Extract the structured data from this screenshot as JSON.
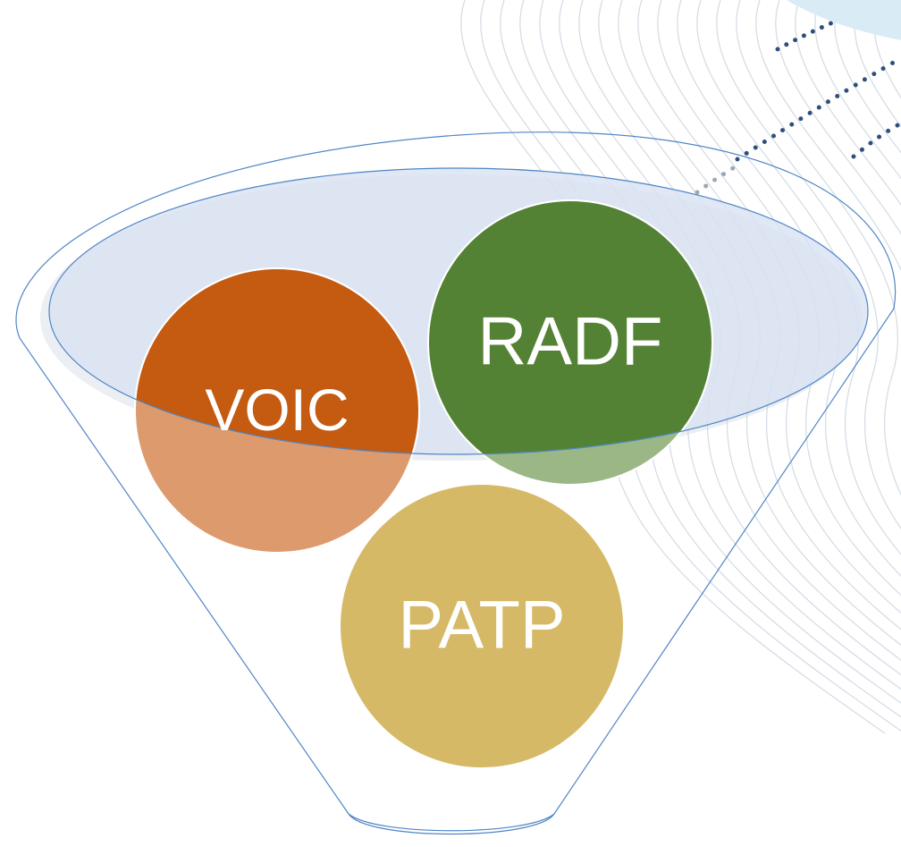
{
  "funnel": {
    "circles": [
      {
        "key": "voic",
        "label": "VOIC",
        "color": "#c55a11"
      },
      {
        "key": "radf",
        "label": "RADF",
        "color": "#548235"
      },
      {
        "key": "patp",
        "label": "PATP",
        "color": "#d6b966"
      }
    ],
    "outline_color": "#4f86c6",
    "rim_fill": "#dae3f3"
  }
}
